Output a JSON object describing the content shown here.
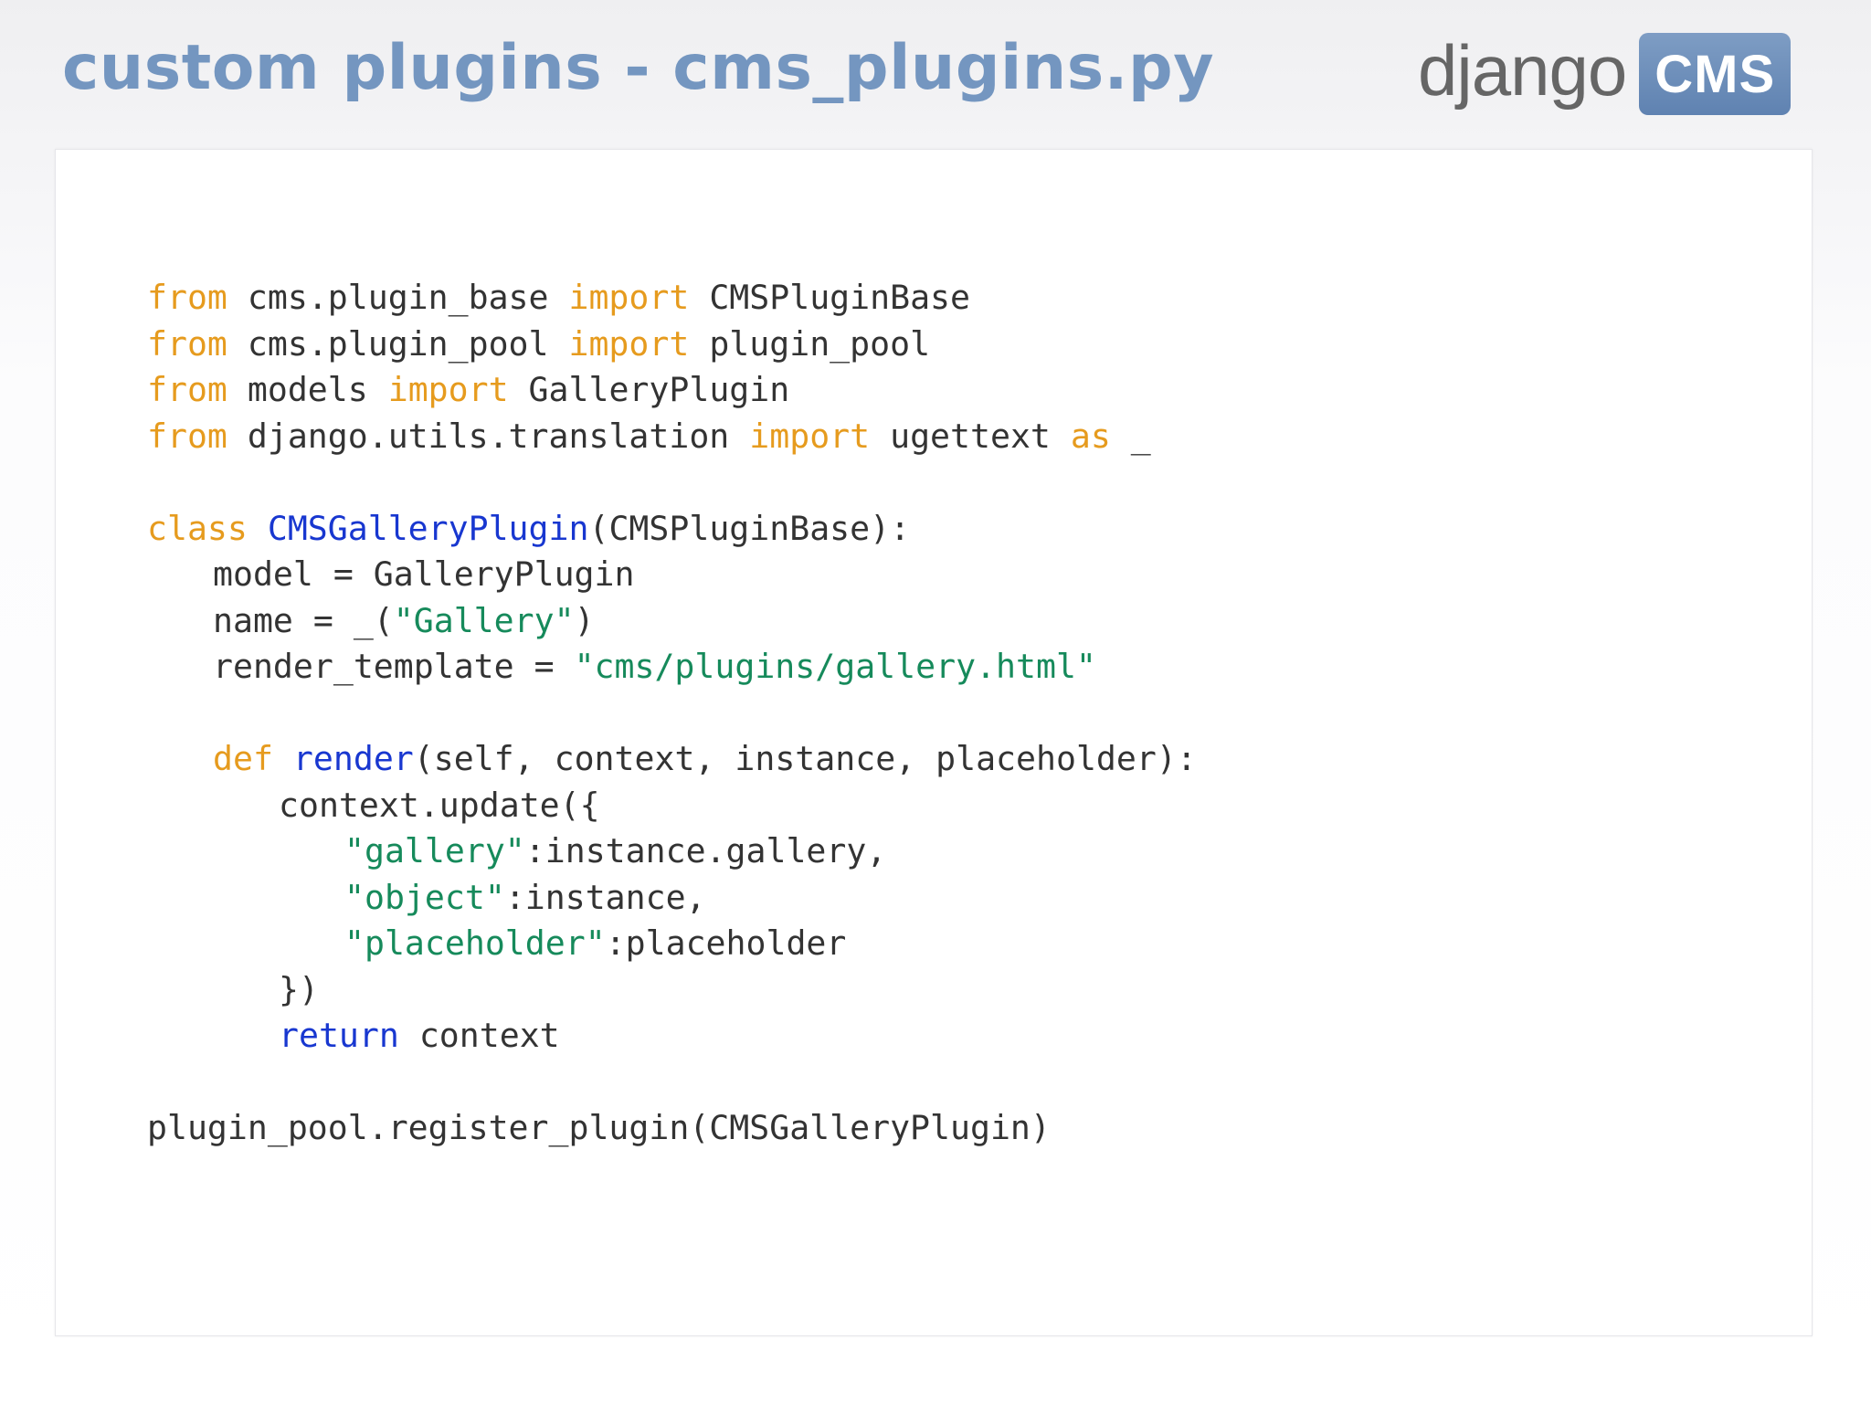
{
  "slide": {
    "title": "custom plugins - cms_plugins.py"
  },
  "logo": {
    "word": "django",
    "badge": "CMS"
  },
  "colors": {
    "title": "#7496c0",
    "keyword": "#e69b1e",
    "name": "#1837d0",
    "string": "#168a5b",
    "text": "#333333",
    "badge": "#6a8cb9"
  },
  "code": {
    "line1": {
      "kw1": "from",
      "t1": " cms.plugin_base ",
      "kw2": "import",
      "t2": " CMSPluginBase"
    },
    "line2": {
      "kw1": "from",
      "t1": " cms.plugin_pool ",
      "kw2": "import",
      "t2": " plugin_pool"
    },
    "line3": {
      "kw1": "from",
      "t1": " models ",
      "kw2": "import",
      "t2": " GalleryPlugin"
    },
    "line4": {
      "kw1": "from",
      "t1": " django.utils.translation ",
      "kw2": "import",
      "t2": " ugettext ",
      "kw3": "as",
      "t3": " _"
    },
    "line5": {
      "kw1": "class",
      "t1": " ",
      "name": "CMSGalleryPlugin",
      "t2": "(CMSPluginBase):"
    },
    "line6": {
      "t1": "model = GalleryPlugin"
    },
    "line7": {
      "t1": "name = _(",
      "s1": "\"Gallery\"",
      "t2": ")"
    },
    "line8": {
      "t1": "render_template = ",
      "s1": "\"cms/plugins/gallery.html\""
    },
    "line9": {
      "kw1": "def",
      "t1": " ",
      "name": "render",
      "t2": "(self, context, instance, placeholder):"
    },
    "line10": {
      "t1": "context.update({"
    },
    "line11": {
      "s1": "\"gallery\"",
      "t1": ":instance.gallery,"
    },
    "line12": {
      "s1": "\"object\"",
      "t1": ":instance,"
    },
    "line13": {
      "s1": "\"placeholder\"",
      "t1": ":placeholder"
    },
    "line14": {
      "t1": "})"
    },
    "line15": {
      "kw1": "return",
      "t1": " context"
    },
    "line16": {
      "t1": "plugin_pool.register_plugin(CMSGalleryPlugin)"
    }
  }
}
